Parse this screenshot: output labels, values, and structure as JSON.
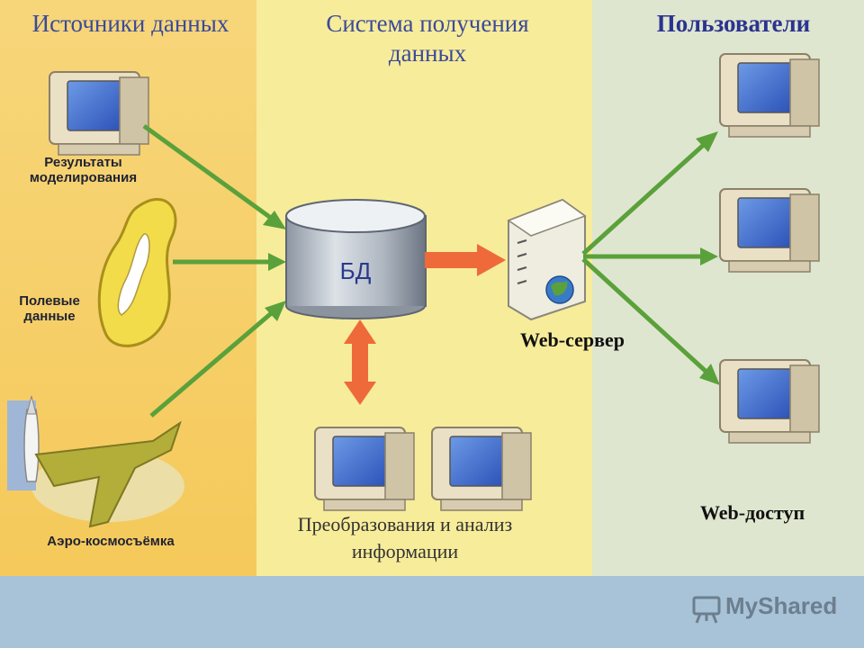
{
  "headers": {
    "sources": "Источники данных",
    "system": "Система получения данных",
    "users": "Пользователи"
  },
  "labels": {
    "modeling": "Результаты моделирования",
    "field": "Полевые данные",
    "aerial": "Аэро-космосъёмка",
    "db": "БД",
    "web_server": "Web-сервер",
    "web_access": "Web-доступ",
    "processing": "Преобразования и анализ информации"
  },
  "logo": {
    "text": "MyShared"
  },
  "colors": {
    "green_arrow": "#5aa13c",
    "orange_arrow": "#ee6a3a",
    "header_blue": "#3b4a9a"
  }
}
